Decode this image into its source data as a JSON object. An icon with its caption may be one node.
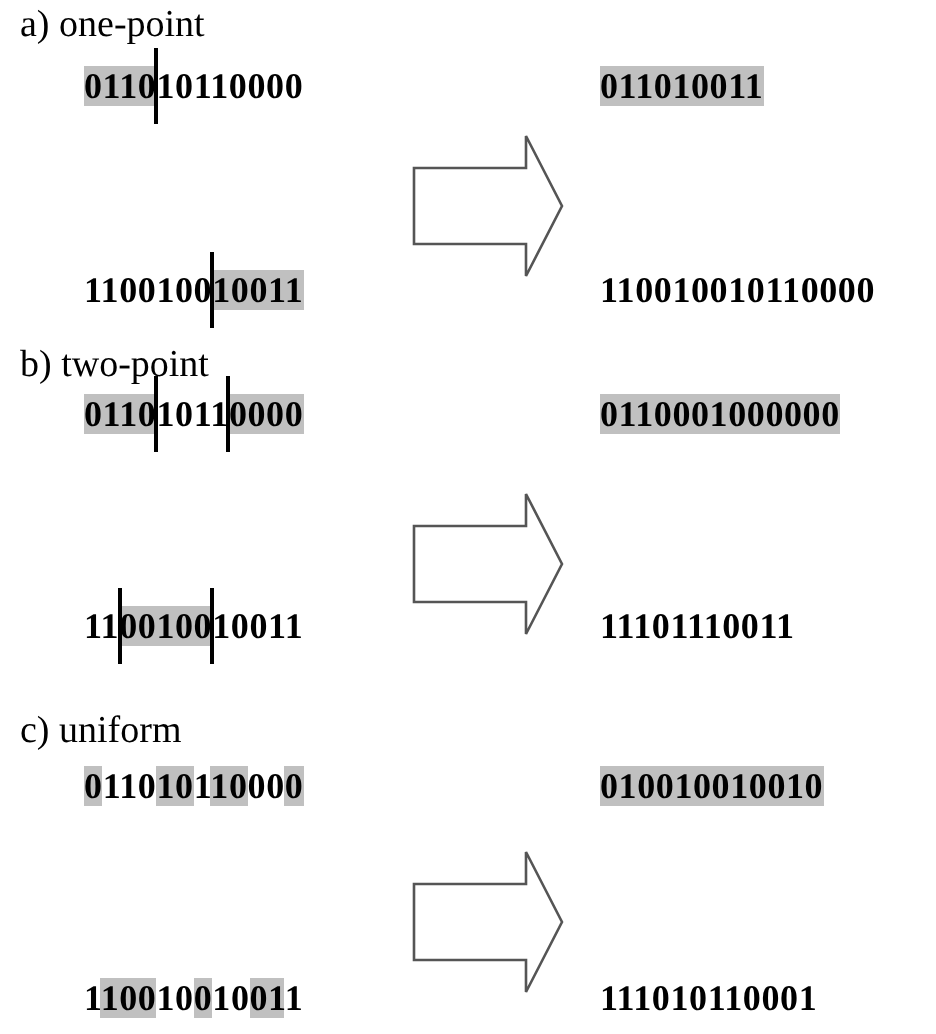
{
  "diagram": {
    "labels": [
      "a) one-point",
      "011010110000",
      "011010011",
      "110010010011",
      "110010010110000",
      "b) two-point",
      "011010110000",
      "0110001000000",
      "110010010011",
      "11101110011",
      "c) uniform",
      "011010110000",
      "010010010010",
      "110010010011",
      "111010110001"
    ]
  }
}
